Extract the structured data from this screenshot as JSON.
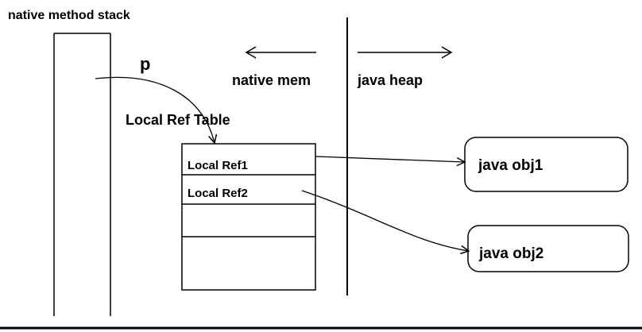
{
  "labels": {
    "stack_title": "native method stack",
    "pointer": "p",
    "native_mem": "native mem",
    "java_heap": "java heap",
    "table_title": "Local Ref Table",
    "ref1": "Local Ref1",
    "ref2": "Local Ref2",
    "obj1": "java obj1",
    "obj2": "java obj2"
  },
  "colors": {
    "stroke": "#000000",
    "background": "#ffffff"
  }
}
